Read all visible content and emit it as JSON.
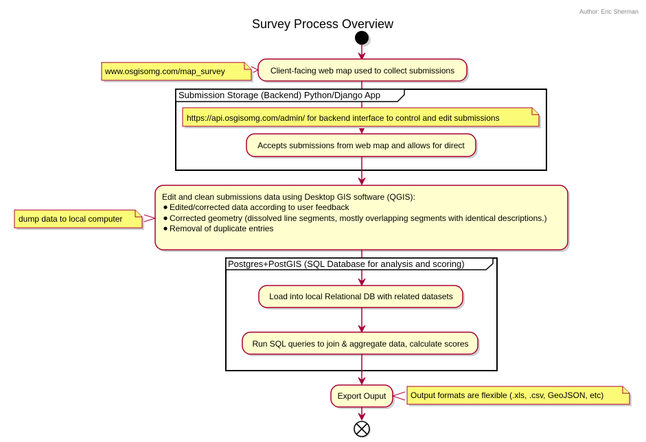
{
  "header": {
    "author": "Author: Eric Sherman",
    "title": "Survey Process Overview"
  },
  "partitions": {
    "backend": "Submission Storage (Backend) Python/Django App",
    "database": "Postgres+PostGIS (SQL Database for analysis and scoring)"
  },
  "activities": {
    "web_map": "Client-facing web map used to collect submissions",
    "accepts": "Accepts submissions from web map and allows for direct",
    "edit_title": "Edit and clean submissions data using Desktop GIS software (QGIS):",
    "edit_bullets": [
      "Edited/corrected data according to user feedback",
      "Corrected geometry (dissolved line segments, mostly overlapping segments with identical descriptions.)",
      "Removal of duplicate entries"
    ],
    "load_db": "Load into local Relational DB with related datasets",
    "run_sql": "Run SQL queries to join & aggregate data, calculate scores",
    "export": "Export Ouput"
  },
  "notes": {
    "web_map_url": "www.osgisomg.com/map_survey",
    "admin_url": "https://api.osgisomg.com/admin/ for backend interface to control and edit submissions",
    "dump": "dump data to local computer",
    "output_formats": "Output formats are flexible (.xls, .csv, GeoJSON, etc)"
  },
  "colors": {
    "activity_fill": "#FEFECE",
    "note_fill": "#FBFB77",
    "edge": "#A80036"
  }
}
